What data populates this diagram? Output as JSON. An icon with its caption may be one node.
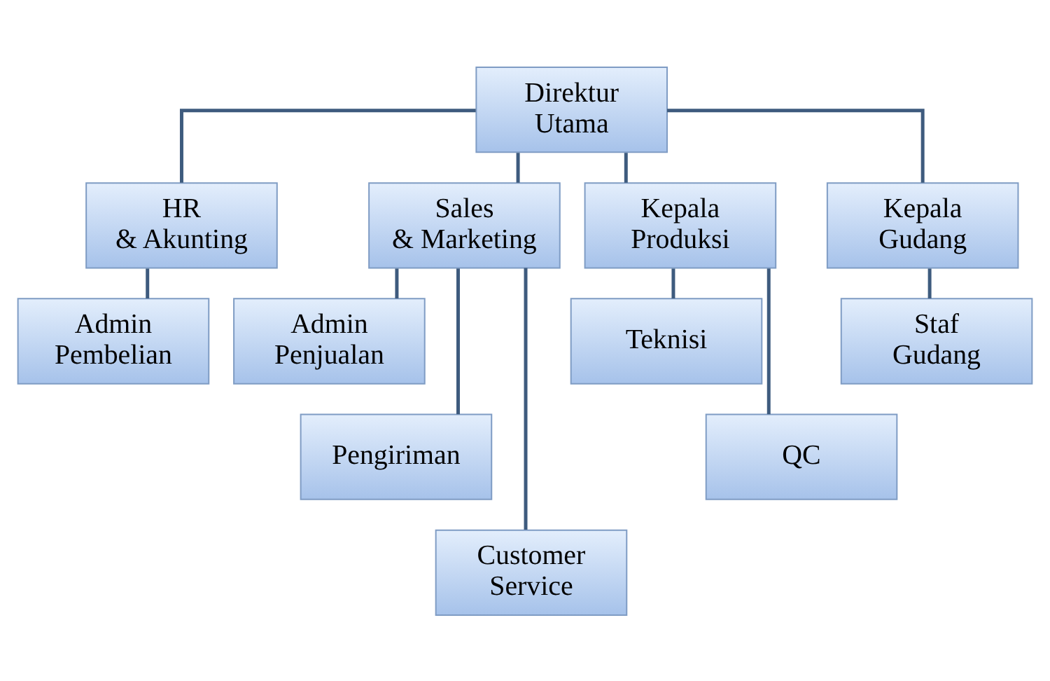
{
  "diagram": {
    "nodes": [
      {
        "text": [
          "Direktur Utama"
        ]
      },
      {
        "text": [
          "HR & Akunting"
        ]
      },
      {
        "text": [
          "Sales & Marketing"
        ]
      },
      {
        "text": [
          "Kepala Produksi"
        ]
      },
      {
        "text": [
          "Kepala Gudang"
        ]
      },
      {
        "text": [
          "Admin Pembelian"
        ]
      },
      {
        "text": [
          "Admin Penjualan"
        ]
      },
      {
        "text": [
          "Pengiriman"
        ]
      },
      {
        "text": [
          "Customer Service"
        ]
      },
      {
        "text": [
          "Teknisi"
        ]
      },
      {
        "text": [
          "QC"
        ]
      },
      {
        "text": [
          "Staf Gudang"
        ]
      }
    ],
    "edges": [
      {
        "from": 0,
        "to": 1,
        "arrow": "none"
      },
      {
        "from": 0,
        "to": 2,
        "arrow": "none"
      },
      {
        "from": 0,
        "to": 3,
        "arrow": "none"
      },
      {
        "from": 0,
        "to": 4,
        "arrow": "none"
      },
      {
        "from": 1,
        "to": 5,
        "arrow": "none"
      },
      {
        "from": 2,
        "to": 6,
        "arrow": "none"
      },
      {
        "from": 2,
        "to": 7,
        "arrow": "none"
      },
      {
        "from": 2,
        "to": 8,
        "arrow": "none"
      },
      {
        "from": 3,
        "to": 9,
        "arrow": "none"
      },
      {
        "from": 3,
        "to": 10,
        "arrow": "none"
      },
      {
        "from": 4,
        "to": 11,
        "arrow": "none"
      }
    ]
  }
}
